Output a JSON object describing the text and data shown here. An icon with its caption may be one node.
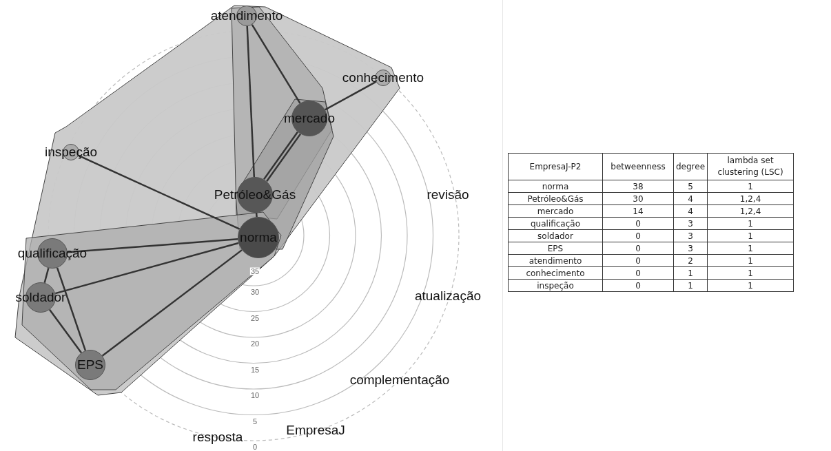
{
  "diagram": {
    "nodes": [
      {
        "text": [
          "atendimento"
        ]
      },
      {
        "text": [
          "conhecimento"
        ]
      },
      {
        "text": [
          "mercado"
        ]
      },
      {
        "text": [
          "inspeção"
        ]
      },
      {
        "text": [
          "Petróleo&Gás"
        ]
      },
      {
        "text": [
          "norma"
        ]
      },
      {
        "text": [
          "qualificação"
        ]
      },
      {
        "text": [
          "soldador"
        ]
      },
      {
        "text": [
          "EPS"
        ]
      }
    ],
    "edges": [
      {
        "from": 0,
        "to": 2,
        "arrow": "none"
      },
      {
        "from": 0,
        "to": 4,
        "arrow": "none"
      },
      {
        "from": 1,
        "to": 2,
        "arrow": "none"
      },
      {
        "from": 2,
        "to": 4,
        "arrow": "none"
      },
      {
        "from": 2,
        "to": 4,
        "arrow": "none"
      },
      {
        "from": 4,
        "to": 5,
        "arrow": "none"
      },
      {
        "from": 3,
        "to": 5,
        "arrow": "none"
      },
      {
        "from": 6,
        "to": 5,
        "arrow": "none"
      },
      {
        "from": 6,
        "to": 7,
        "arrow": "none"
      },
      {
        "from": 6,
        "to": 8,
        "arrow": "none"
      },
      {
        "from": 7,
        "to": 5,
        "arrow": "none"
      },
      {
        "from": 7,
        "to": 8,
        "arrow": "none"
      },
      {
        "from": 8,
        "to": 5,
        "arrow": "none"
      }
    ],
    "labels": [
      "revisão",
      "atualização",
      "complementação",
      "EmpresaJ",
      "resposta",
      "35",
      "30",
      "25",
      "20",
      "15",
      "10",
      "5",
      "0",
      "EmpresaJ-P2",
      "betweenness",
      "degree",
      "lambda set clustering (LSC)",
      "norma",
      "38",
      "5",
      "1",
      "Petróleo&Gás",
      "30",
      "4",
      "1,2,4",
      "mercado",
      "14",
      "4",
      "1,2,4",
      "qualificação",
      "0",
      "3",
      "1",
      "soldador",
      "0",
      "3",
      "1",
      "EPS",
      "0",
      "3",
      "1",
      "atendimento",
      "0",
      "2",
      "1",
      "conhecimento",
      "0",
      "1",
      "1",
      "inspeção",
      "0",
      "1",
      "1"
    ]
  }
}
